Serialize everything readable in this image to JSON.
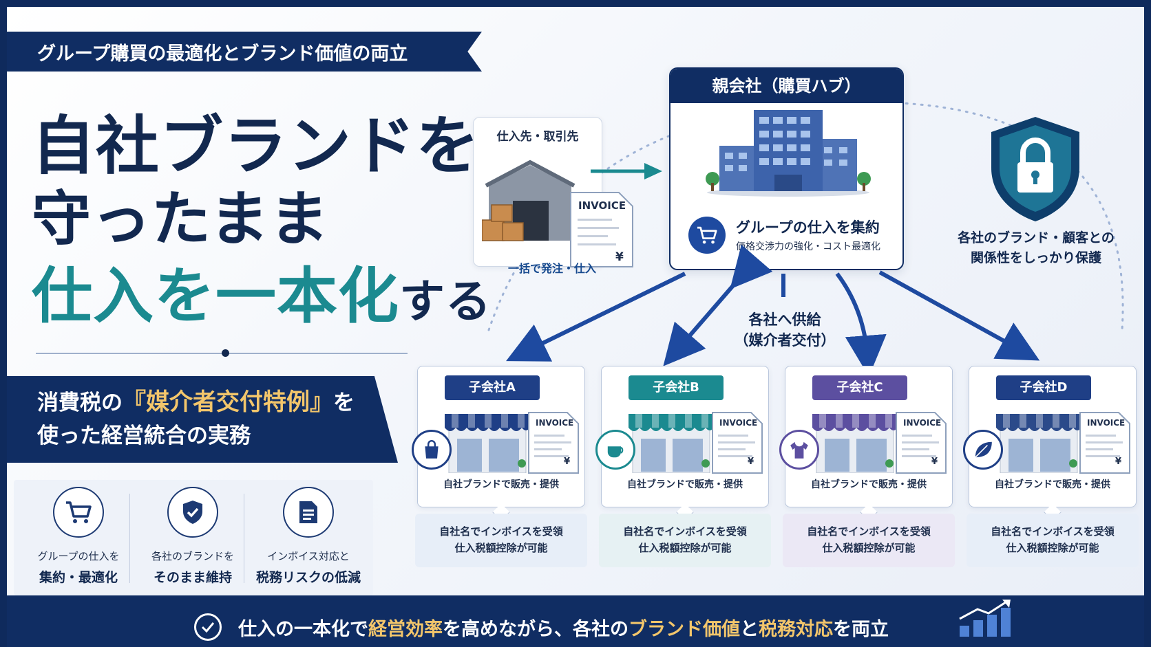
{
  "top_banner": "グループ購買の最適化とブランド価値の両立",
  "headline": {
    "line1": "自社ブランドを",
    "line2": "守ったまま",
    "line3_a": "仕入を一本化",
    "line3_b": "する"
  },
  "mid_banner": {
    "pre": "消費税の",
    "highlight": "『媒介者交付特例』",
    "post": "を",
    "line2": "使った経営統合の実務"
  },
  "features": [
    {
      "icon": "cart-icon",
      "line1": "グループの仕入を",
      "line2": "集約・最適化"
    },
    {
      "icon": "shield-check-icon",
      "line1": "各社のブランドを",
      "line2": "そのまま維持"
    },
    {
      "icon": "document-icon",
      "line1": "インボイス対応と",
      "line2": "税務リスクの低減"
    }
  ],
  "supplier": {
    "title": "仕入先・取引先",
    "invoice_label": "INVOICE",
    "yen": "¥",
    "caption": "一括で発注・仕入"
  },
  "parent": {
    "title": "親会社（購買ハブ）",
    "main": "グループの仕入を集約",
    "sub": "価格交渉力の強化・コスト最適化"
  },
  "supply_label": {
    "line1": "各社へ供給",
    "line2": "（媒介者交付）"
  },
  "brand_protect": {
    "line1": "各社のブランド・顧客との",
    "line2": "関係性をしっかり保護"
  },
  "subsidiaries": [
    {
      "name": "子会社A",
      "color": "#1f3f86",
      "icon": "shopping-bag-icon",
      "caption": "自社ブランドで販売・提供",
      "note1": "自社名でインボイスを受領",
      "note2": "仕入税額控除が可能",
      "note_bg": "#e7eef8"
    },
    {
      "name": "子会社B",
      "color": "#1b8a90",
      "icon": "coffee-cup-icon",
      "caption": "自社ブランドで販売・提供",
      "note1": "自社名でインボイスを受領",
      "note2": "仕入税額控除が可能",
      "note_bg": "#e6f1f3"
    },
    {
      "name": "子会社C",
      "color": "#5c4fa0",
      "icon": "tshirt-icon",
      "caption": "自社ブランドで販売・提供",
      "note1": "自社名でインボイスを受領",
      "note2": "仕入税額控除が可能",
      "note_bg": "#ebe8f5"
    },
    {
      "name": "子会社D",
      "color": "#1f3f86",
      "icon": "leaf-icon",
      "caption": "自社ブランドで販売・提供",
      "note1": "自社名でインボイスを受領",
      "note2": "仕入税額控除が可能",
      "note_bg": "#e7eef8"
    }
  ],
  "invoice_label": "INVOICE",
  "yen": "¥",
  "bottom": {
    "p1": "仕入の一本化で",
    "h1": "経営効率",
    "p2": "を高めながら、各社の",
    "h2": "ブランド価値",
    "p3": "と",
    "h3": "税務対応",
    "p4": "を両立"
  },
  "colors": {
    "navy": "#102d63",
    "teal": "#1b8a90",
    "gold": "#f3c66b",
    "blue": "#1e4aa0"
  }
}
